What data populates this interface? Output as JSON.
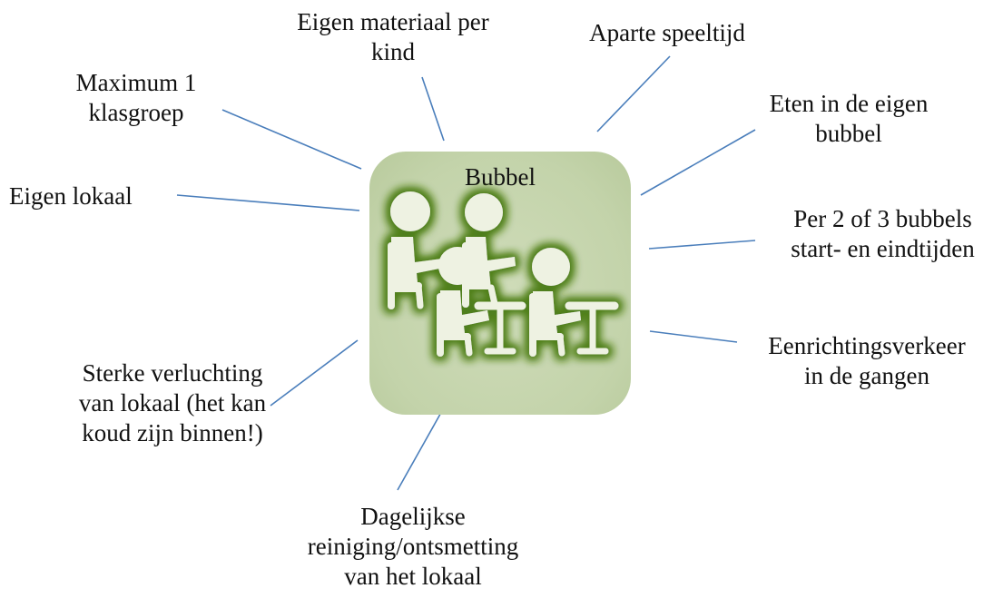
{
  "center": {
    "title": "Bubbel",
    "icon": "classroom-students-icon"
  },
  "colors": {
    "connector": "#4a7ebb",
    "box": "#c5d5ac",
    "icon_fill": "#eef2e2",
    "icon_glow": "#4f7f1c"
  },
  "labels": [
    {
      "key": "material",
      "lines": [
        "Eigen materiaal per",
        "kind"
      ]
    },
    {
      "key": "playtime",
      "lines": [
        "Aparte speeltijd"
      ]
    },
    {
      "key": "max_group",
      "lines": [
        "Maximum 1",
        "klasgroep"
      ]
    },
    {
      "key": "eating",
      "lines": [
        "Eten in de eigen",
        "bubbel"
      ]
    },
    {
      "key": "classroom",
      "lines": [
        "Eigen lokaal"
      ]
    },
    {
      "key": "times",
      "lines": [
        "Per 2 of 3 bubbels",
        "start- en eindtijden"
      ]
    },
    {
      "key": "one_way",
      "lines": [
        "Eenrichtingsverkeer",
        "in de gangen"
      ]
    },
    {
      "key": "ventilation",
      "lines": [
        "Sterke verluchting",
        "van lokaal (het kan",
        "koud zijn binnen!)"
      ]
    },
    {
      "key": "cleaning",
      "lines": [
        "Dagelijkse",
        "reiniging/ontsmetting",
        "van het lokaal"
      ]
    }
  ]
}
